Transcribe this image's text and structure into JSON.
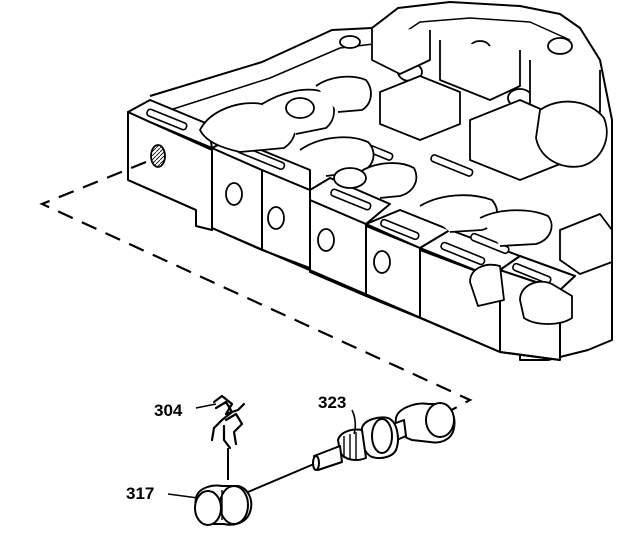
{
  "diagram": {
    "labels": {
      "ref_304": "304",
      "ref_317": "317",
      "ref_323": "323"
    },
    "colors": {
      "line": "#000000",
      "fill": "#ffffff",
      "shade": "#bcbcbc"
    }
  }
}
